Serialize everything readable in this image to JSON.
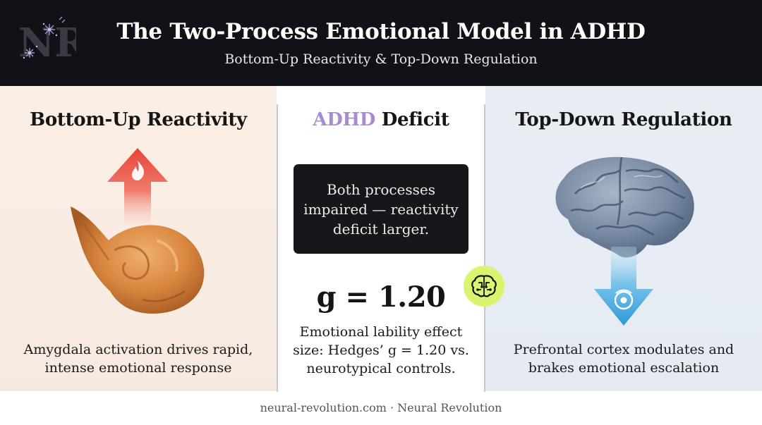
{
  "header": {
    "title": "The Two-Process Emotional Model in ADHD",
    "subtitle": "Bottom-Up Reactivity & Top-Down Regulation",
    "logo_icon": "nr-monogram-logo-icon",
    "logo_text": "NR"
  },
  "left": {
    "heading": "Bottom-Up Reactivity",
    "caption_line1": "Amygdala activation drives rapid,",
    "caption_line2": "intense emotional response",
    "illustration": "amygdala-icon",
    "arrow_icon": "flame-up-arrow-icon"
  },
  "middle": {
    "heading_accent": "ADHD",
    "heading_rest": " Deficit",
    "box_line1": "Both processes",
    "box_line2": "impaired — reactivity",
    "box_line3": "deficit larger.",
    "effect": "g = 1.20",
    "caption_line1": "Emotional lability effect",
    "caption_line2": "size: Hedges’ g = 1.20 vs.",
    "caption_line3": "neurotypical controls.",
    "badge_icon": "brain-circuit-badge-icon"
  },
  "right": {
    "heading": "Top-Down Regulation",
    "caption_line1": "Prefrontal cortex modulates and",
    "caption_line2": "brakes emotional escalation",
    "illustration": "brain-icon",
    "arrow_icon": "brake-down-arrow-icon"
  },
  "footer": {
    "text": "neural-revolution.com · Neural Revolution"
  },
  "colors": {
    "header_bg": "#111217",
    "accent_purple": "#a98bd0",
    "reactivity_red": "#e8453a",
    "regulation_blue": "#3aa6de",
    "badge_lime": "#d9f46e",
    "box_dark": "#16171b"
  }
}
